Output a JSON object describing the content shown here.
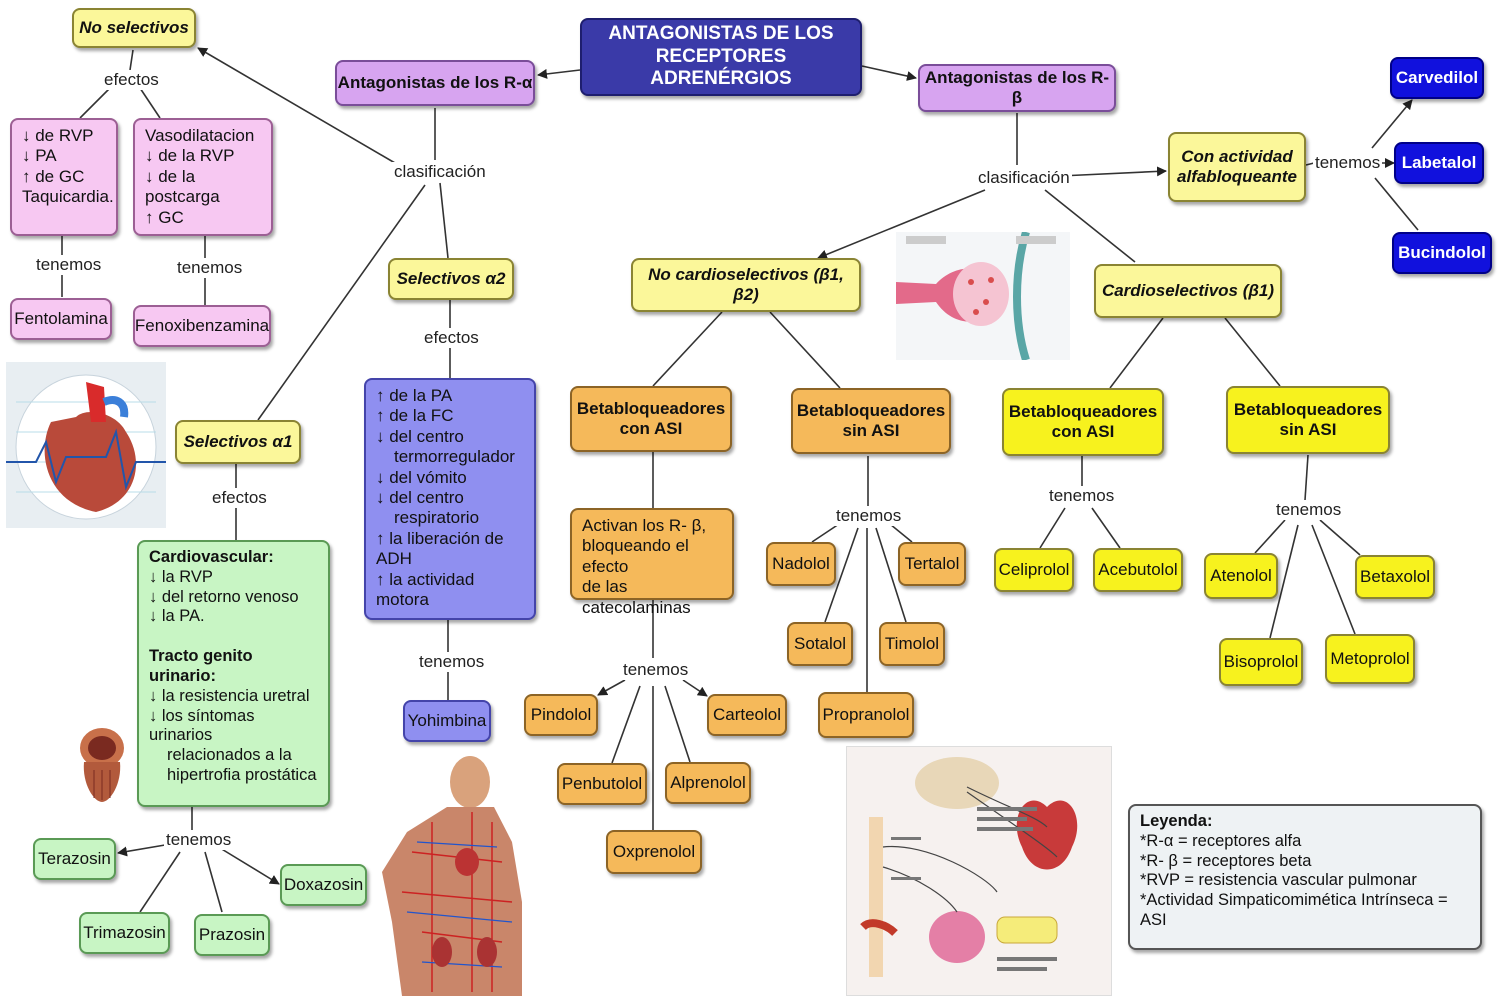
{
  "title": "ANTAGONISTAS DE LOS RECEPTORES ADRENÉRGIOS",
  "alpha": {
    "label": "Antagonistas de los R-α",
    "clasificacion": "clasificación",
    "no_selectivos": {
      "label": "No selectivos",
      "efectos": "efectos",
      "box1": [
        "↓ de RVP",
        "↓ PA",
        "↑ de GC",
        "Taquicardia."
      ],
      "box2": [
        "Vasodilatacion",
        "↓ de la RVP",
        "↓ de la postcarga",
        "↑ GC"
      ],
      "tenemos1": "tenemos",
      "tenemos2": "tenemos",
      "drug1": "Fentolamina",
      "drug2": "Fenoxibenzamina"
    },
    "selectivos_a2": {
      "label": "Selectivos α2",
      "efectos": "efectos",
      "effects": [
        "↑ de la PA",
        "↑ de la FC",
        "↓ del centro",
        "termorregulador",
        "↓ del vómito",
        "↓ del centro",
        "respiratorio",
        "↑ la liberación de ADH",
        "↑ la actividad motora"
      ],
      "tenemos": "tenemos",
      "drug": "Yohimbina"
    },
    "selectivos_a1": {
      "label": "Selectivos α1",
      "efectos": "efectos",
      "cv_title": "Cardiovascular",
      "cv_items": [
        "↓ la RVP",
        "↓ del retorno venoso",
        "↓ la PA."
      ],
      "gu_title": "Tracto genito urinario",
      "gu_items": [
        "↓ la resistencia uretral",
        "↓ los síntomas urinarios",
        "relacionados a la",
        "hipertrofia prostática"
      ],
      "tenemos": "tenemos",
      "drugs": [
        "Terazosin",
        "Doxazosin",
        "Trimazosin",
        "Prazosin"
      ]
    }
  },
  "beta": {
    "label": "Antagonistas de los R-β",
    "clasificacion": "clasificación",
    "alfabloq": {
      "label_line1": "Con actividad",
      "label_line2": "alfabloqueante",
      "tenemos": "tenemos",
      "drugs": [
        "Carvedilol",
        "Labetalol",
        "Bucindolol"
      ]
    },
    "no_cardio": {
      "label": "No cardioselectivos (β1, β2)",
      "con_asi": {
        "label_line1": "Betabloqueadores",
        "label_line2": "con ASI",
        "desc": [
          "Activan los R- β,",
          "bloqueando el efecto",
          "de las catecolaminas"
        ],
        "tenemos": "tenemos",
        "drugs": [
          "Pindolol",
          "Carteolol",
          "Penbutolol",
          "Alprenolol",
          "Oxprenolol"
        ]
      },
      "sin_asi": {
        "label_line1": "Betabloqueadores",
        "label_line2": "sin ASI",
        "tenemos": "tenemos",
        "drugs": [
          "Nadolol",
          "Tertalol",
          "Sotalol",
          "Timolol",
          "Propranolol"
        ]
      }
    },
    "cardio": {
      "label": "Cardioselectivos (β1)",
      "con_asi": {
        "label_line1": "Betabloqueadores",
        "label_line2": "con ASI",
        "tenemos": "tenemos",
        "drugs": [
          "Celiprolol",
          "Acebutolol"
        ]
      },
      "sin_asi": {
        "label_line1": "Betabloqueadores",
        "label_line2": "sin ASI",
        "tenemos": "tenemos",
        "drugs": [
          "Atenolol",
          "Betaxolol",
          "Bisoprolol",
          "Metoprolol"
        ]
      }
    }
  },
  "legend": {
    "title": "Leyenda:",
    "items": [
      "*R-α = receptores alfa",
      "*R- β = receptores beta",
      "*RVP = resistencia vascular pulmonar",
      "*Actividad  Simpaticomimética  Intrínseca = ASI"
    ]
  },
  "colors": {
    "title": "#3a3aa8",
    "lilac": "#d7a4f0",
    "pink": "#f7c8f2",
    "yellow": "#f7f21e",
    "orange": "#f5b95a",
    "blue": "#1111dd",
    "violet": "#8f8ff0",
    "green": "#c8f5c4"
  },
  "images": [
    "heart-illustration",
    "synapse-illustration",
    "prostate-illustration",
    "human-anatomy-illustration",
    "sympathetic-nervous-system-illustration"
  ]
}
